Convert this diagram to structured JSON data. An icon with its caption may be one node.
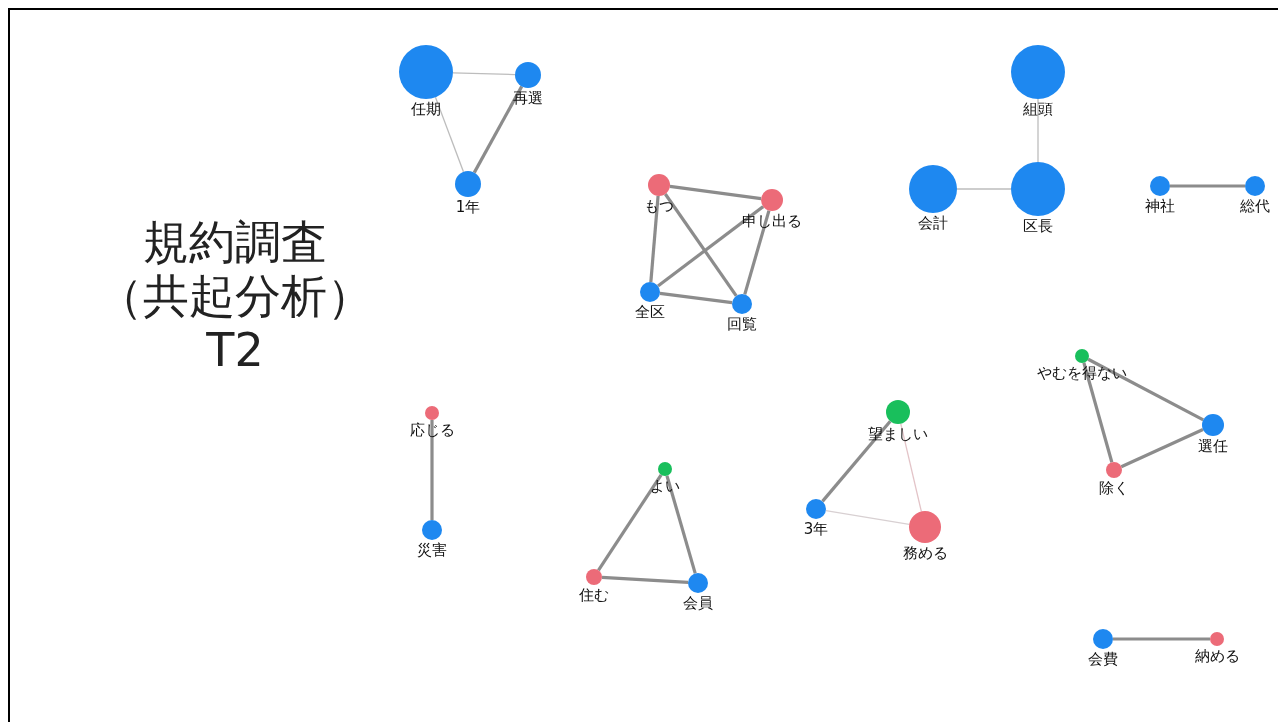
{
  "diagram": {
    "title": "規約調査（共起分析）T2",
    "nodes": [
      {
        "text": [
          "任期"
        ]
      },
      {
        "text": [
          "再選"
        ]
      },
      {
        "text": [
          "1年"
        ]
      },
      {
        "text": [
          "もつ"
        ]
      },
      {
        "text": [
          "申し出る"
        ]
      },
      {
        "text": [
          "全区"
        ]
      },
      {
        "text": [
          "回覧"
        ]
      },
      {
        "text": [
          "組頭"
        ]
      },
      {
        "text": [
          "会計"
        ]
      },
      {
        "text": [
          "区長"
        ]
      },
      {
        "text": [
          "神社"
        ]
      },
      {
        "text": [
          "総代"
        ]
      },
      {
        "text": [
          "やむを得ない"
        ]
      },
      {
        "text": [
          "選任"
        ]
      },
      {
        "text": [
          "除く"
        ]
      },
      {
        "text": [
          "応じる"
        ]
      },
      {
        "text": [
          "災害"
        ]
      },
      {
        "text": [
          "望ましい"
        ]
      },
      {
        "text": [
          "3年"
        ]
      },
      {
        "text": [
          "務める"
        ]
      },
      {
        "text": [
          "よい"
        ]
      },
      {
        "text": [
          "住む"
        ]
      },
      {
        "text": [
          "会員"
        ]
      },
      {
        "text": [
          "会費"
        ]
      },
      {
        "text": [
          "納める"
        ]
      }
    ],
    "edges": [
      {
        "from": 0,
        "to": 1,
        "arrow": "none",
        "color": "#bdbdbd"
      },
      {
        "from": 0,
        "to": 2,
        "arrow": "none",
        "color": "#bdbdbd"
      },
      {
        "from": 1,
        "to": 2,
        "arrow": "none"
      },
      {
        "from": 3,
        "to": 4,
        "arrow": "none"
      },
      {
        "from": 3,
        "to": 5,
        "arrow": "none"
      },
      {
        "from": 3,
        "to": 6,
        "arrow": "none"
      },
      {
        "from": 4,
        "to": 5,
        "arrow": "none"
      },
      {
        "from": 4,
        "to": 6,
        "arrow": "none"
      },
      {
        "from": 5,
        "to": 6,
        "arrow": "none"
      },
      {
        "from": 7,
        "to": 9,
        "arrow": "none",
        "color": "#bdbdbd"
      },
      {
        "from": 8,
        "to": 9,
        "arrow": "none",
        "color": "#bdbdbd"
      },
      {
        "from": 10,
        "to": 11,
        "arrow": "none"
      },
      {
        "from": 12,
        "to": 13,
        "arrow": "none"
      },
      {
        "from": 12,
        "to": 14,
        "arrow": "none"
      },
      {
        "from": 14,
        "to": 13,
        "arrow": "none"
      },
      {
        "from": 15,
        "to": 16,
        "arrow": "none"
      },
      {
        "from": 17,
        "to": 18,
        "arrow": "none"
      },
      {
        "from": 17,
        "to": 19,
        "arrow": "none",
        "color": "#e3c4c8"
      },
      {
        "from": 18,
        "to": 19,
        "arrow": "none",
        "color": "#d8d0d2"
      },
      {
        "from": 20,
        "to": 21,
        "arrow": "none"
      },
      {
        "from": 20,
        "to": 22,
        "arrow": "none"
      },
      {
        "from": 21,
        "to": 22,
        "arrow": "none"
      },
      {
        "from": 23,
        "to": 24,
        "arrow": "none"
      }
    ]
  }
}
